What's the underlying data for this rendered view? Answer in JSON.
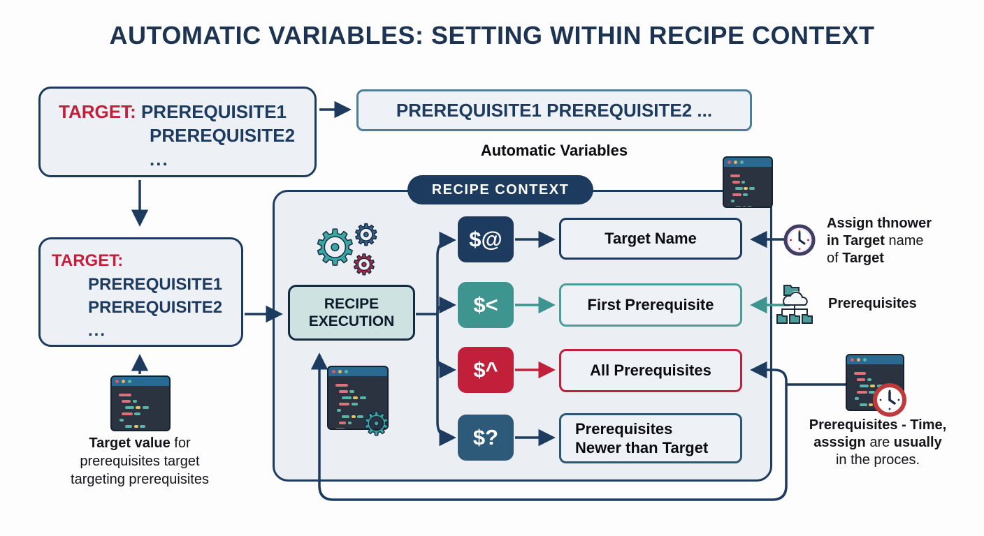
{
  "title": "AUTOMATIC VARIABLES: SETTING WITHIN RECIPE CONTEXT",
  "rule_box_top": {
    "target_label": "TARGET:",
    "line1": "PREREQUISITE1",
    "line2": "PREREQUISITE2",
    "ellipsis": "..."
  },
  "expanded_box": {
    "text": "PREREQUISITE1 PREREQUISITE2 ..."
  },
  "labels": {
    "automatic_variables": "Automatic Variables",
    "recipe_context": "RECIPE CONTEXT"
  },
  "rule_box_left": {
    "target_label": "TARGET:",
    "line1": "PREREQUISITE1",
    "line2": "PREREQUISITE2",
    "ellipsis": "..."
  },
  "recipe_execution": {
    "line1": "RECIPE",
    "line2": "EXECUTION"
  },
  "variables": {
    "target_name": {
      "symbol": "$@",
      "label": "Target Name"
    },
    "first_prereq": {
      "symbol": "$<",
      "label": "First Prerequisite"
    },
    "all_prereqs": {
      "symbol": "$^",
      "label": "All Prerequisites"
    },
    "newer_prereqs": {
      "symbol": "$?",
      "label_line1": "Prerequisites",
      "label_line2": "Newer than Target"
    }
  },
  "notes": {
    "clock_note": {
      "line1": "Assign thnower",
      "line2_bold": "in Target",
      "line2_rest": " name",
      "line3_pre": "of ",
      "line3_bold": "Target"
    },
    "prereq_note": {
      "label": "Prerequisites"
    },
    "time_note": {
      "line1": "Prerequisites - Time,",
      "line2_bold1": "asssign",
      "line2_mid": " are ",
      "line2_bold2": "usually",
      "line3": "in the proces."
    },
    "left_caption": {
      "line1_bold": "Target value",
      "line1_rest": " for",
      "line2": "prerequisites target",
      "line3": "targeting prerequisites"
    }
  },
  "colors": {
    "navy": "#1d3a5f",
    "teal": "#3e948f",
    "red": "#c11f3a",
    "steel_blue": "#2d5a78",
    "context_bg": "#ebeff4",
    "box_bg": "#edf1f6",
    "execution_bg": "#cfe2e2"
  }
}
